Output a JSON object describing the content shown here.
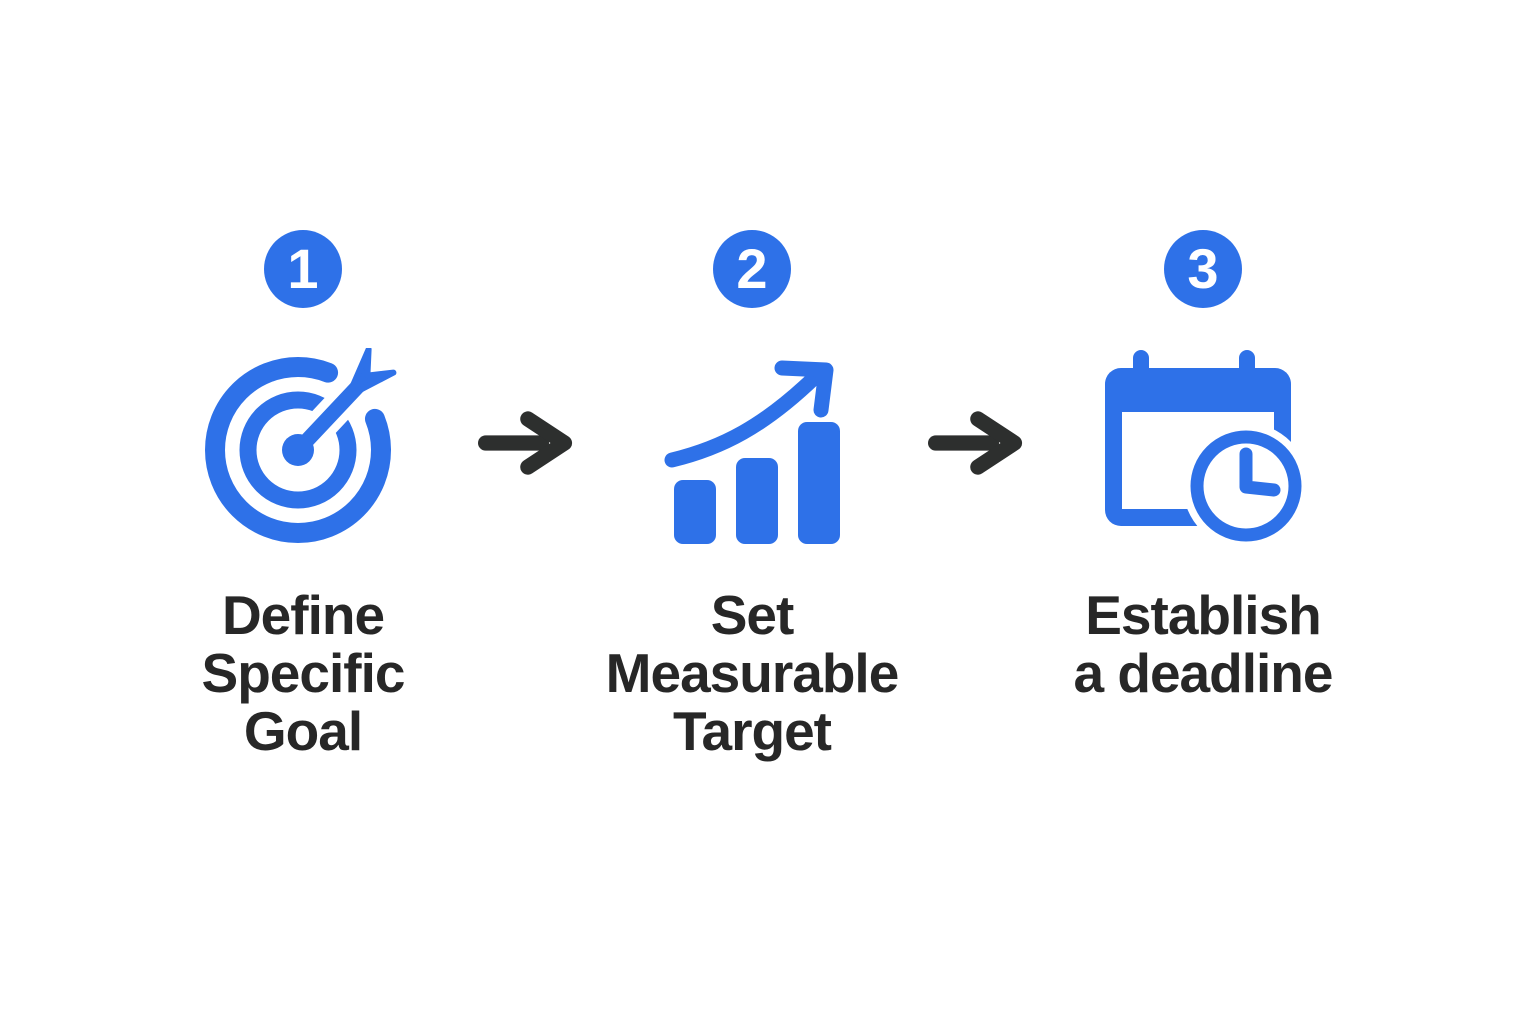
{
  "colors": {
    "accent_blue": "#2E71E8",
    "arrow_dark": "#2D2F2E",
    "text_dark": "#272727",
    "background": "#FFFFFF"
  },
  "steps": [
    {
      "number": "1",
      "icon": "target-dart-icon",
      "label": "Define\nSpecific\nGoal"
    },
    {
      "number": "2",
      "icon": "bar-chart-growth-icon",
      "label": "Set\nMeasurable\nTarget"
    },
    {
      "number": "3",
      "icon": "calendar-clock-icon",
      "label": "Establish\na deadline"
    }
  ],
  "connectors": [
    {
      "icon": "right-arrow-icon"
    },
    {
      "icon": "right-arrow-icon"
    }
  ]
}
